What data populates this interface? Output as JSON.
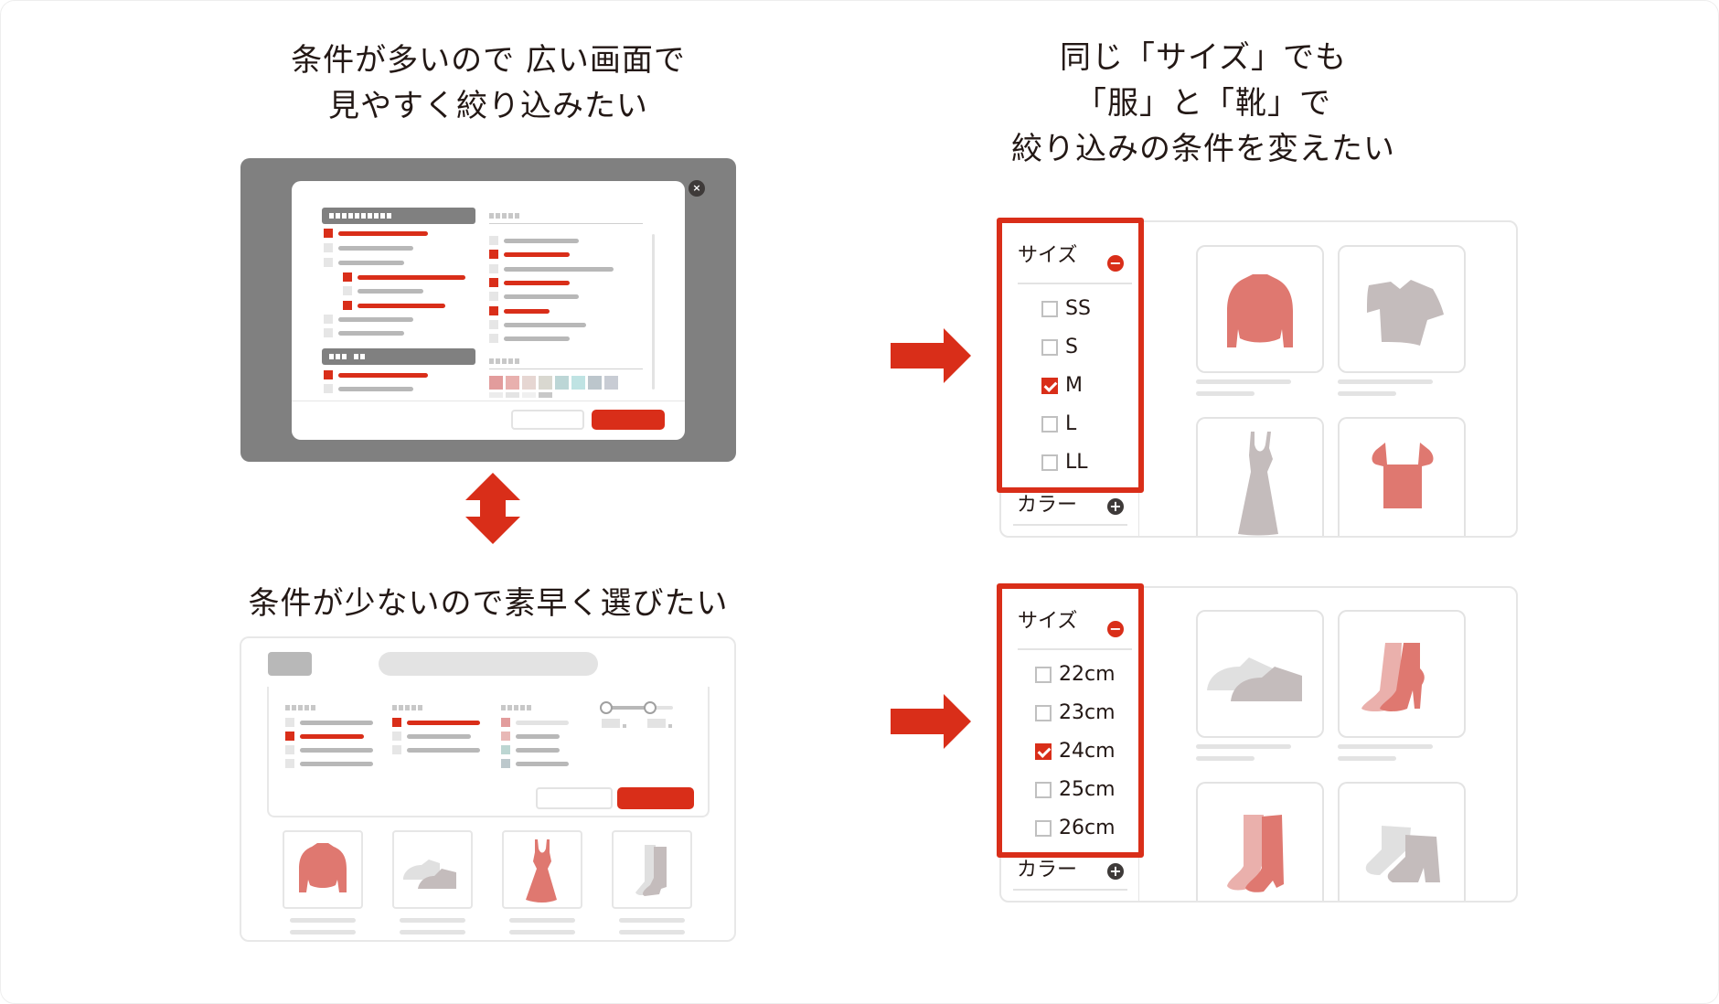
{
  "left_top": {
    "caption_line1": "条件が多いので 広い画面で",
    "caption_line2": "見やすく絞り込みたい",
    "close_icon": "×"
  },
  "left_bottom": {
    "caption": "条件が少ないので素早く選びたい"
  },
  "right_top": {
    "caption_line1": "同じ「サイズ」でも",
    "caption_line2": "「服」と「靴」で",
    "caption_line3": "絞り込みの条件を変えたい"
  },
  "clothes_panel": {
    "facet_title": "サイズ",
    "facet_toggle": "−",
    "options": [
      {
        "label": "SS",
        "checked": false
      },
      {
        "label": "S",
        "checked": false
      },
      {
        "label": "M",
        "checked": true
      },
      {
        "label": "L",
        "checked": false
      },
      {
        "label": "LL",
        "checked": false
      }
    ],
    "next_facet_title": "カラー",
    "next_facet_toggle": "+",
    "products": [
      "sweater-icon",
      "tshirt-icon",
      "dress-icon",
      "blouse-icon"
    ]
  },
  "shoes_panel": {
    "facet_title": "サイズ",
    "facet_toggle": "−",
    "options": [
      {
        "label": "22cm",
        "checked": false
      },
      {
        "label": "23cm",
        "checked": false
      },
      {
        "label": "24cm",
        "checked": true
      },
      {
        "label": "25cm",
        "checked": false
      },
      {
        "label": "26cm",
        "checked": false
      }
    ],
    "next_facet_title": "カラー",
    "next_facet_toggle": "+",
    "products": [
      "sneakers-icon",
      "ankle-boots-icon",
      "long-boots-icon",
      "short-boots-icon"
    ]
  },
  "colors": {
    "accent": "#d92e19",
    "product_red": "#df7870",
    "product_gray": "#c4bcbc",
    "product_light": "#e0e0e0",
    "frame_gray": "#808080"
  }
}
